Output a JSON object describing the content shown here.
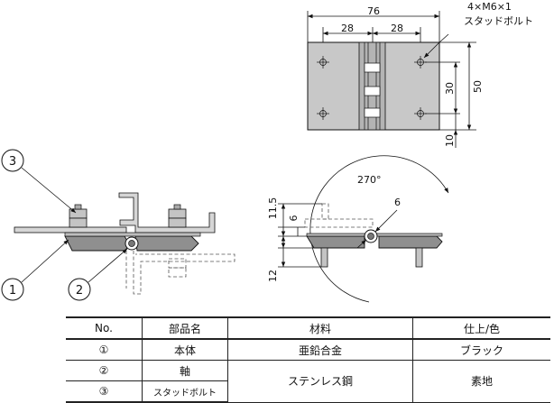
{
  "top_view": {
    "dim_total": "76",
    "dim_left": "28",
    "dim_right": "28",
    "dim_height": "50",
    "dim_hole_pitch": "30",
    "dim_bottom": "10",
    "bolt_callout_line1": "4×M6×1",
    "bolt_callout_line2": "スタッドボルト"
  },
  "side_view": {
    "callout_1": "1",
    "callout_2": "2",
    "callout_3": "3"
  },
  "right_view": {
    "angle": "270°",
    "dim_11_5": "11.5",
    "dim_6_vert": "6",
    "dim_6_horiz": "6",
    "dim_12": "12"
  },
  "table": {
    "headers": [
      "No.",
      "部品名",
      "材料",
      "仕上/色"
    ],
    "rows": [
      {
        "no": "①",
        "part": "本体",
        "material": "亜鉛合金",
        "finish": "ブラック"
      },
      {
        "no": "②",
        "part": "軸",
        "material": "ステンレス鋼",
        "finish": "素地"
      },
      {
        "no": "③",
        "part": "スタッドボルト",
        "material": "",
        "finish": ""
      }
    ]
  },
  "colors": {
    "plate": "#c8c8c8",
    "line": "#111111",
    "hidden": "#555555"
  }
}
